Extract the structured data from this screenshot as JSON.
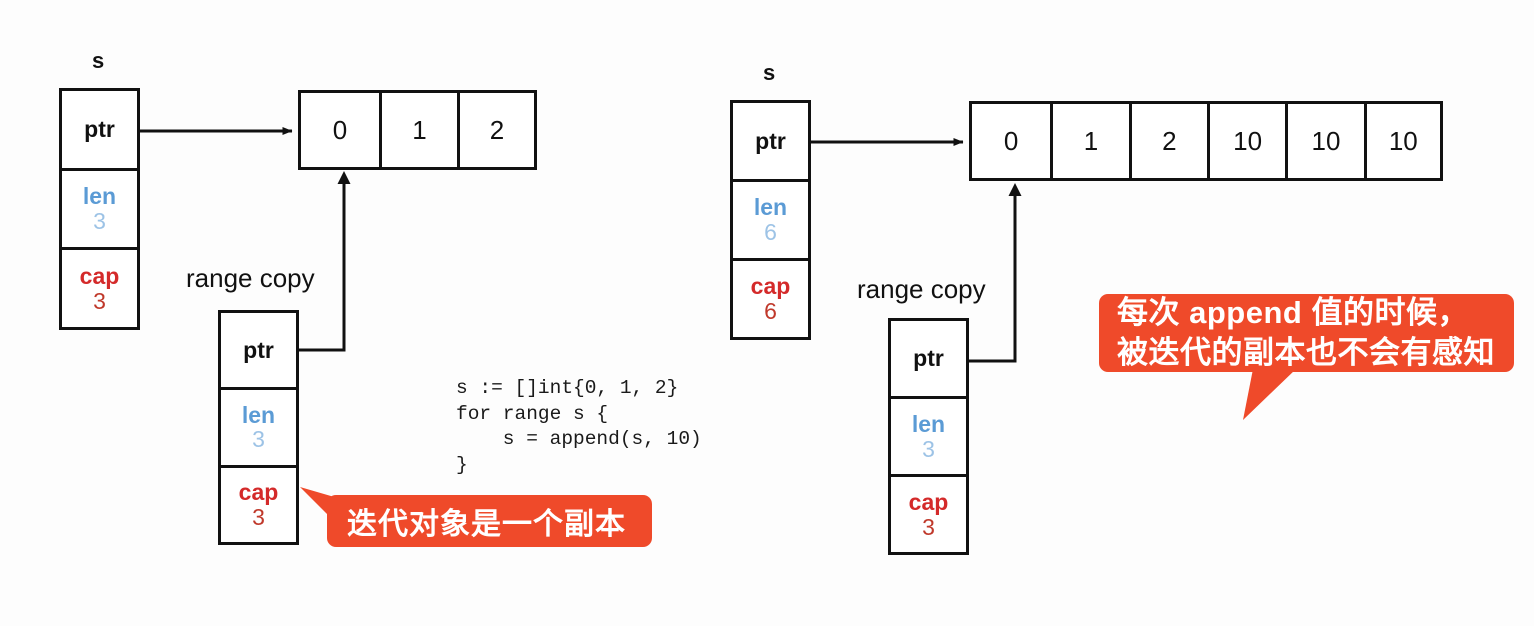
{
  "diagram": {
    "title_labels": {
      "s": "s",
      "range_copy": "range copy"
    },
    "field_names": {
      "ptr": "ptr",
      "len": "len",
      "cap": "cap"
    },
    "colors": {
      "outline": "#111111",
      "len_label": "#5b9bd5",
      "len_value": "#9dc3e6",
      "cap_label": "#d42a2a",
      "cap_value": "#c0392b",
      "callout_bg": "#ef4a2a",
      "background": "#fdfdfd"
    },
    "left": {
      "slice_label": "s",
      "slice_header": {
        "ptr": "ptr",
        "len": "len",
        "len_value": "3",
        "cap": "cap",
        "cap_value": "3"
      },
      "backing_array": [
        "0",
        "1",
        "2"
      ],
      "range_copy_label": "range copy",
      "range_copy_header": {
        "ptr": "ptr",
        "len": "len",
        "len_value": "3",
        "cap": "cap",
        "cap_value": "3"
      },
      "callout": "迭代对象是一个副本"
    },
    "right": {
      "slice_label": "s",
      "slice_header": {
        "ptr": "ptr",
        "len": "len",
        "len_value": "6",
        "cap": "cap",
        "cap_value": "6"
      },
      "backing_array": [
        "0",
        "1",
        "2",
        "10",
        "10",
        "10"
      ],
      "range_copy_label": "range copy",
      "range_copy_header": {
        "ptr": "ptr",
        "len": "len",
        "len_value": "3",
        "cap": "cap",
        "cap_value": "3"
      },
      "callout_line1": "每次 append 值的时候，",
      "callout_line2": "被迭代的副本也不会有感知"
    },
    "code": "s := []int{0, 1, 2}\nfor range s {\n    s = append(s, 10)\n}"
  }
}
